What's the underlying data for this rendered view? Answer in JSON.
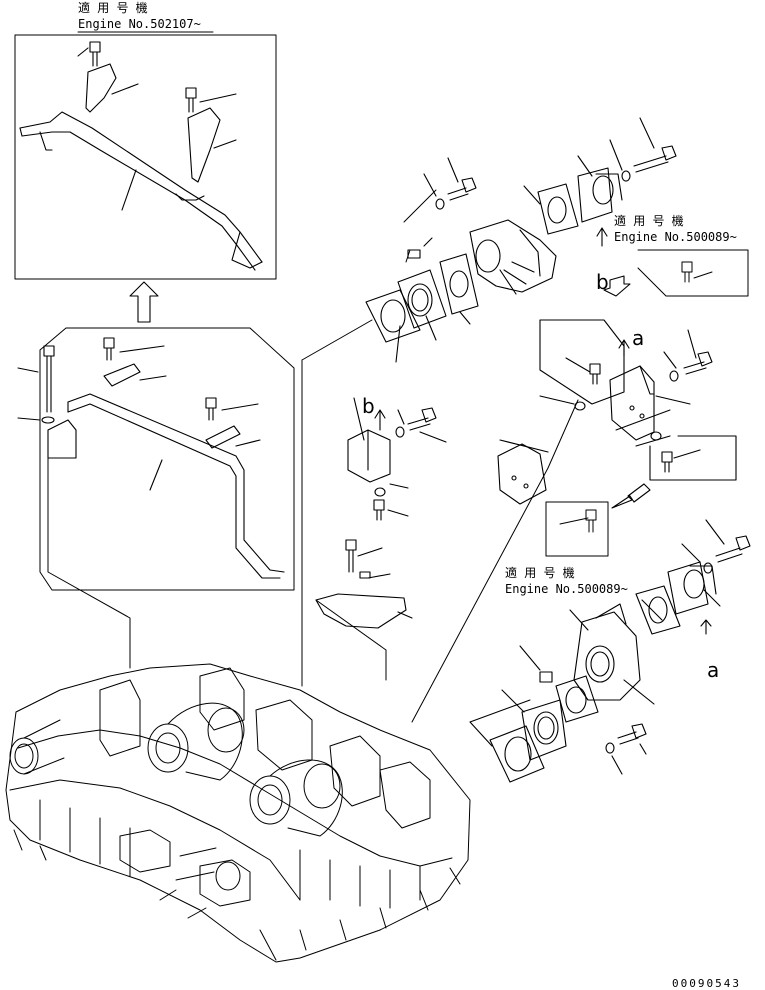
{
  "notes": {
    "top": {
      "line1": "適 用 号 機",
      "line2": "Engine No.502107~"
    },
    "right_upper": {
      "line1": "適 用 号 機",
      "line2": "Engine No.500089~"
    },
    "right_lower": {
      "line1": "適 用 号 機",
      "line2": "Engine No.500089~"
    }
  },
  "letters": {
    "b_upper": "b",
    "a_upper": "a",
    "b_middle": "b",
    "a_lower": "a"
  },
  "drawing_code": "00090543"
}
